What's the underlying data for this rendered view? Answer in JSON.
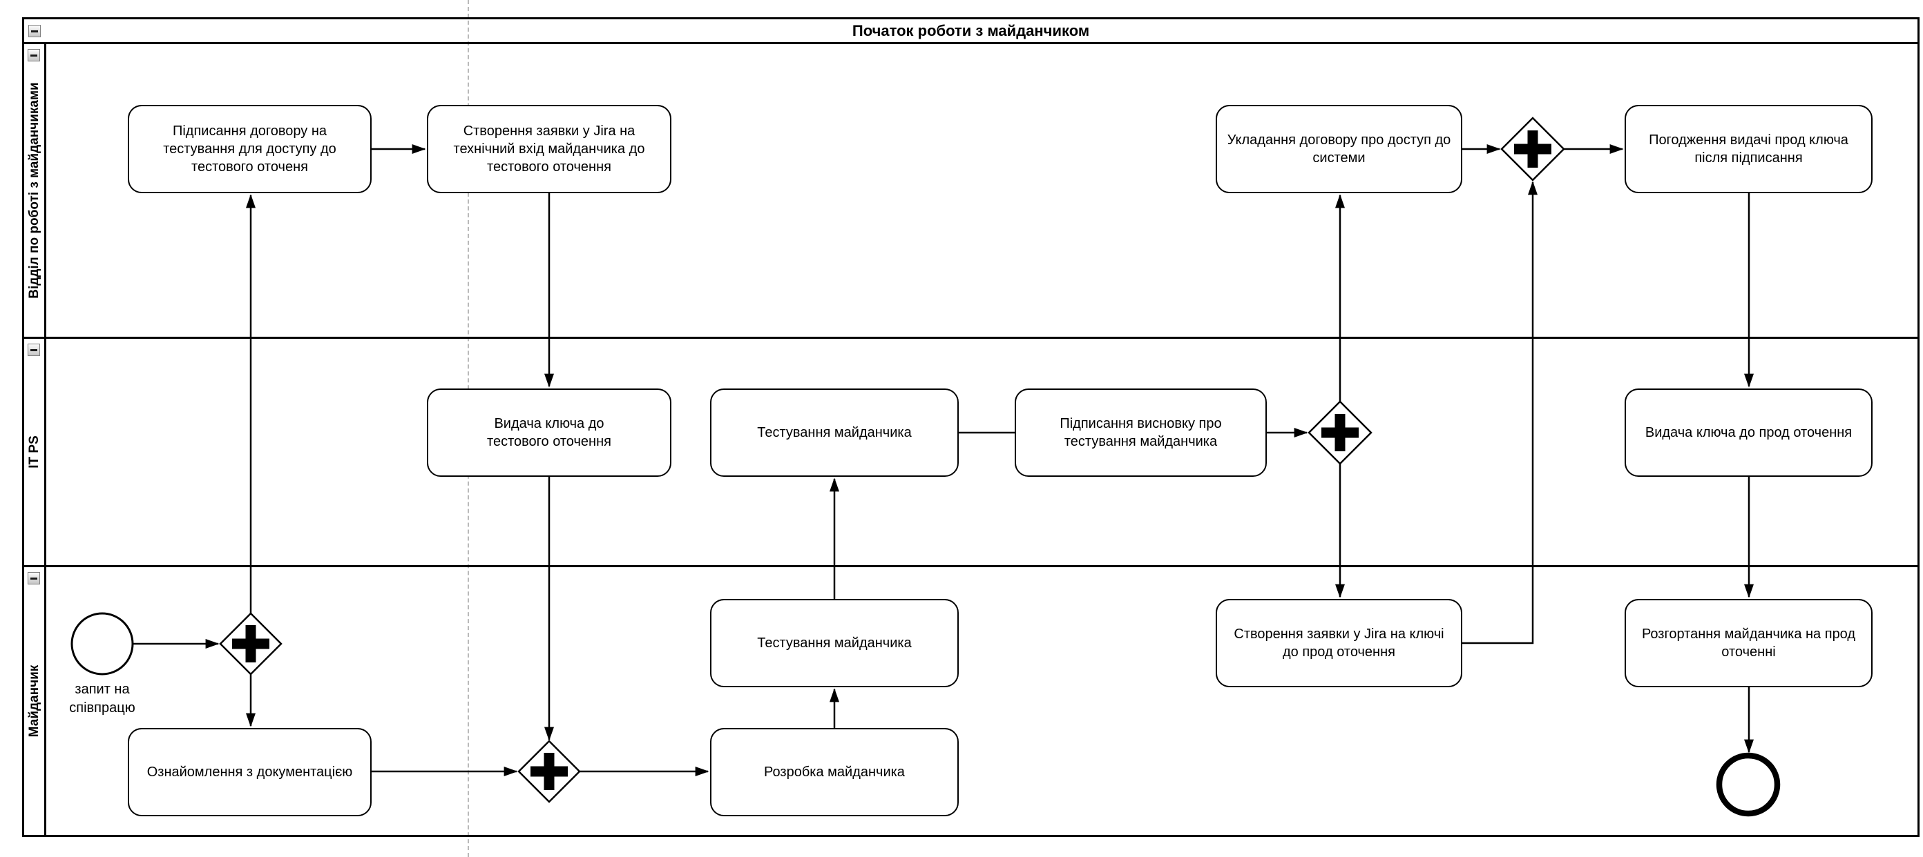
{
  "pool": {
    "title": "Початок роботи з майданчиком",
    "lanes": [
      {
        "label": "Відділ по роботі з майданчиками"
      },
      {
        "label": "IT PS"
      },
      {
        "label": "Майданчик"
      }
    ]
  },
  "tasks": {
    "sign_test_contract": "Підписання договору на тестування для доступу до тестового оточеня",
    "jira_tech_entry": "Створення заявки у Jira на технічний вхід майданчика до тестового оточення",
    "system_access_contract": "Укладання договору про доступ до системи",
    "approve_prod_key": "Погодження видачі прод ключа після підписання",
    "issue_test_key": "Видача ключа до тестового оточення",
    "testing_itps": "Тестування майданчика",
    "sign_test_conclusion": "Підписання висновку про тестування майданчика",
    "issue_prod_key": "Видача ключа до прод оточення",
    "read_docs": "Ознайомлення з документацією",
    "develop_platform": "Розробка майданчика",
    "testing_platform": "Тестування майданчика",
    "jira_prod_keys": "Створення заявки у Jira на ключі до прод оточення",
    "deploy_prod": "Розгортання майданчика на прод оточенні"
  },
  "events": {
    "start_label": "запит на співпрацю"
  },
  "icons": {
    "collapse": "minus-collapse-icon",
    "gateway": "parallel-gateway-plus-icon"
  },
  "colors": {
    "shape_stroke": "#000000",
    "background": "#ffffff",
    "page_break_line": "#b9b9b9"
  }
}
